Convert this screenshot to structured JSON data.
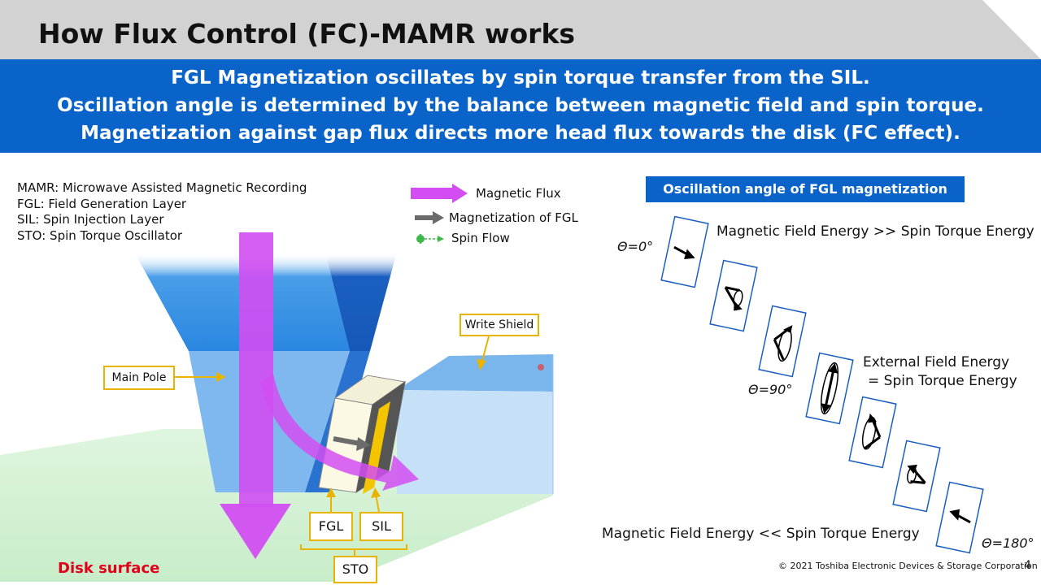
{
  "title": "How Flux Control (FC)-MAMR works",
  "banner": {
    "line1": "FGL Magnetization oscillates by spin torque transfer from the SIL.",
    "line2": "Oscillation angle is determined by the balance between magnetic field and spin torque.",
    "line3": "Magnetization against gap flux directs more head flux towards the disk (FC effect)."
  },
  "glossary": [
    "MAMR: Microwave Assisted Magnetic Recording",
    "FGL: Field Generation Layer",
    "SIL: Spin Injection Layer",
    "STO: Spin Torque Oscillator"
  ],
  "legend": {
    "flux": "Magnetic Flux",
    "fgl_mag": "Magnetization of FGL",
    "spin": "Spin Flow"
  },
  "labels": {
    "main_pole": "Main Pole",
    "write_shield": "Write Shield",
    "fgl": "FGL",
    "sil": "SIL",
    "sto": "STO",
    "disk": "Disk surface"
  },
  "oscillation": {
    "title": "Oscillation angle of FGL magnetization",
    "top_text": "Magnetic Field Energy >> Spin Torque Energy",
    "mid_text_1": "External Field Energy",
    "mid_text_2": "= Spin Torque Energy",
    "bottom_text": "Magnetic Field Energy << Spin Torque Energy",
    "angle_0": "Θ=0°",
    "angle_90": "Θ=90°",
    "angle_180": "Θ=180°"
  },
  "footer": "© 2021 Toshiba Electronic Devices & Storage Corporation",
  "page_number": "4",
  "colors": {
    "banner": "#0a63c9",
    "flux_arrow": "#d24ef2",
    "label_border": "#e8b400",
    "disk_text": "#e0001a",
    "spin_flow": "#3db84a"
  }
}
